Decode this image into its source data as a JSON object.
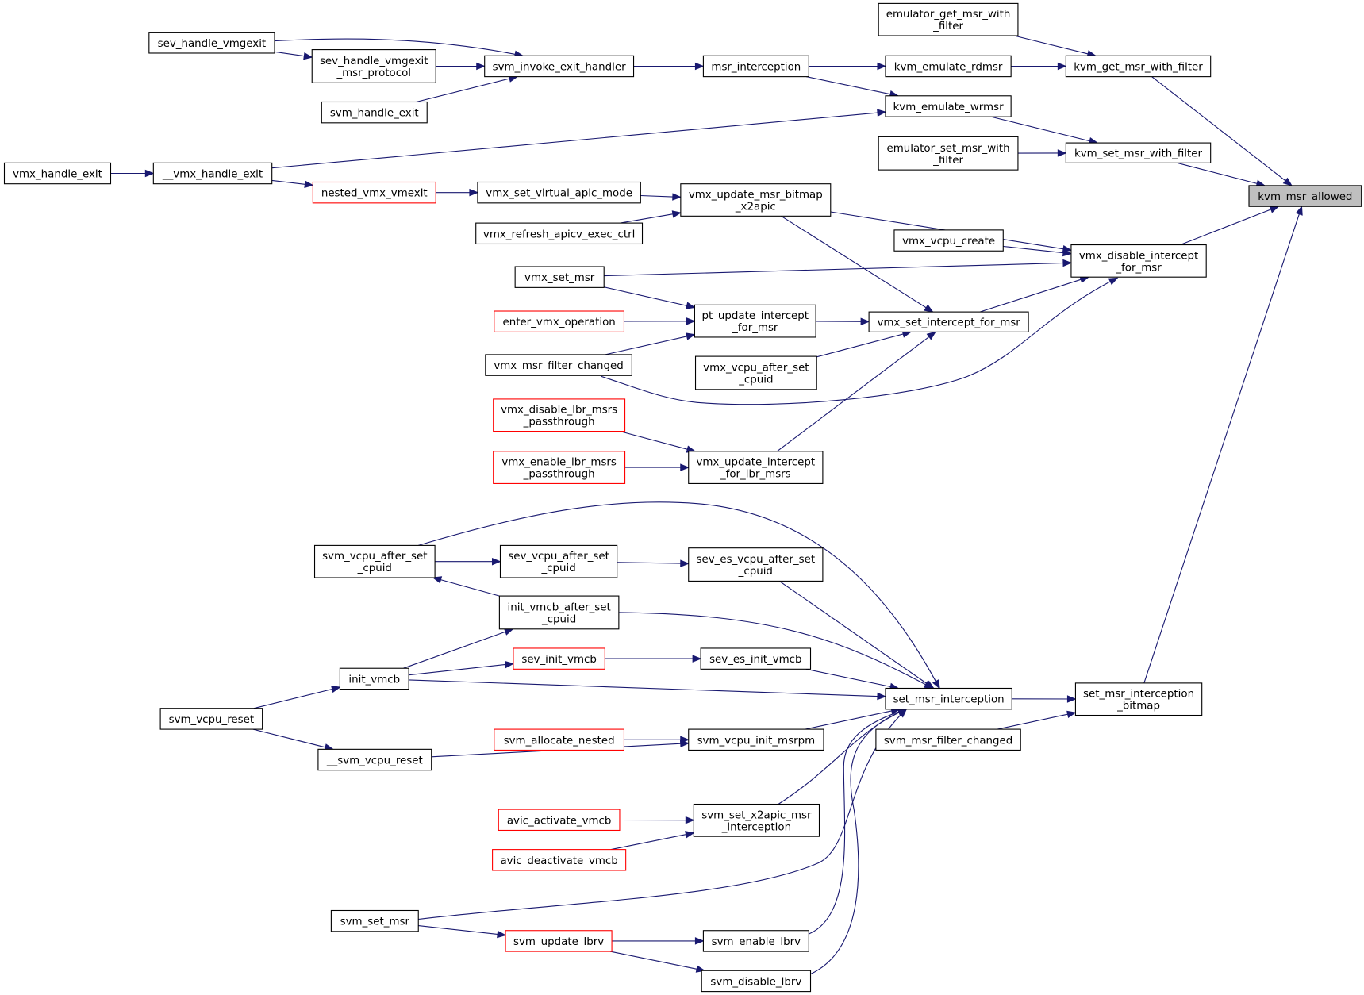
{
  "graph": {
    "colors": {
      "edge": "#191970",
      "node_border": "#000000",
      "truncated_border": "#ff0000",
      "highlight_fill": "#bfbfbf",
      "background": "#ffffff"
    },
    "nodes": [
      {
        "id": "kvm_msr_allowed",
        "lines": [
          "kvm_msr_allowed"
        ],
        "highlight": true
      },
      {
        "id": "kvm_get_msr_with_filter",
        "lines": [
          "kvm_get_msr_with_filter"
        ]
      },
      {
        "id": "kvm_set_msr_with_filter",
        "lines": [
          "kvm_set_msr_with_filter"
        ]
      },
      {
        "id": "vmx_disable_intercept_for_msr",
        "lines": [
          "vmx_disable_intercept",
          "_for_msr"
        ]
      },
      {
        "id": "set_msr_interception_bitmap",
        "lines": [
          "set_msr_interception",
          "_bitmap"
        ]
      },
      {
        "id": "emulator_get_msr_with_filter",
        "lines": [
          "emulator_get_msr_with",
          "_filter"
        ]
      },
      {
        "id": "kvm_emulate_rdmsr",
        "lines": [
          "kvm_emulate_rdmsr"
        ]
      },
      {
        "id": "kvm_emulate_wrmsr",
        "lines": [
          "kvm_emulate_wrmsr"
        ]
      },
      {
        "id": "emulator_set_msr_with_filter",
        "lines": [
          "emulator_set_msr_with",
          "_filter"
        ]
      },
      {
        "id": "msr_interception",
        "lines": [
          "msr_interception"
        ]
      },
      {
        "id": "svm_invoke_exit_handler",
        "lines": [
          "svm_invoke_exit_handler"
        ]
      },
      {
        "id": "sev_handle_vmgexit",
        "lines": [
          "sev_handle_vmgexit"
        ]
      },
      {
        "id": "sev_handle_vmgexit_msr_protocol",
        "lines": [
          "sev_handle_vmgexit",
          "_msr_protocol"
        ]
      },
      {
        "id": "svm_handle_exit",
        "lines": [
          "svm_handle_exit"
        ]
      },
      {
        "id": "__vmx_handle_exit",
        "lines": [
          "__vmx_handle_exit"
        ]
      },
      {
        "id": "vmx_handle_exit",
        "lines": [
          "vmx_handle_exit"
        ]
      },
      {
        "id": "nested_vmx_vmexit",
        "lines": [
          "nested_vmx_vmexit"
        ],
        "truncated": true
      },
      {
        "id": "vmx_set_virtual_apic_mode",
        "lines": [
          "vmx_set_virtual_apic_mode"
        ]
      },
      {
        "id": "vmx_update_msr_bitmap_x2apic",
        "lines": [
          "vmx_update_msr_bitmap",
          "_x2apic"
        ]
      },
      {
        "id": "vmx_refresh_apicv_exec_ctrl",
        "lines": [
          "vmx_refresh_apicv_exec_ctrl"
        ]
      },
      {
        "id": "vmx_vcpu_create",
        "lines": [
          "vmx_vcpu_create"
        ]
      },
      {
        "id": "vmx_set_msr",
        "lines": [
          "vmx_set_msr"
        ]
      },
      {
        "id": "pt_update_intercept_for_msr",
        "lines": [
          "pt_update_intercept",
          "_for_msr"
        ]
      },
      {
        "id": "enter_vmx_operation",
        "lines": [
          "enter_vmx_operation"
        ],
        "truncated": true
      },
      {
        "id": "vmx_set_intercept_for_msr",
        "lines": [
          "vmx_set_intercept_for_msr"
        ]
      },
      {
        "id": "vmx_msr_filter_changed",
        "lines": [
          "vmx_msr_filter_changed"
        ]
      },
      {
        "id": "vmx_vcpu_after_set_cpuid",
        "lines": [
          "vmx_vcpu_after_set",
          "_cpuid"
        ]
      },
      {
        "id": "vmx_disable_lbr_msrs_passthrough",
        "lines": [
          "vmx_disable_lbr_msrs",
          "_passthrough"
        ],
        "truncated": true
      },
      {
        "id": "vmx_update_intercept_for_lbr_msrs",
        "lines": [
          "vmx_update_intercept",
          "_for_lbr_msrs"
        ]
      },
      {
        "id": "vmx_enable_lbr_msrs_passthrough",
        "lines": [
          "vmx_enable_lbr_msrs",
          "_passthrough"
        ],
        "truncated": true
      },
      {
        "id": "svm_vcpu_after_set_cpuid",
        "lines": [
          "svm_vcpu_after_set",
          "_cpuid"
        ]
      },
      {
        "id": "sev_vcpu_after_set_cpuid",
        "lines": [
          "sev_vcpu_after_set",
          "_cpuid"
        ]
      },
      {
        "id": "sev_es_vcpu_after_set_cpuid",
        "lines": [
          "sev_es_vcpu_after_set",
          "_cpuid"
        ]
      },
      {
        "id": "init_vmcb_after_set_cpuid",
        "lines": [
          "init_vmcb_after_set",
          "_cpuid"
        ]
      },
      {
        "id": "sev_init_vmcb",
        "lines": [
          "sev_init_vmcb"
        ],
        "truncated": true
      },
      {
        "id": "sev_es_init_vmcb",
        "lines": [
          "sev_es_init_vmcb"
        ]
      },
      {
        "id": "init_vmcb",
        "lines": [
          "init_vmcb"
        ]
      },
      {
        "id": "set_msr_interception",
        "lines": [
          "set_msr_interception"
        ]
      },
      {
        "id": "svm_vcpu_reset",
        "lines": [
          "svm_vcpu_reset"
        ]
      },
      {
        "id": "svm_msr_filter_changed",
        "lines": [
          "svm_msr_filter_changed"
        ]
      },
      {
        "id": "svm_allocate_nested",
        "lines": [
          "svm_allocate_nested"
        ],
        "truncated": true
      },
      {
        "id": "svm_vcpu_init_msrpm",
        "lines": [
          "svm_vcpu_init_msrpm"
        ]
      },
      {
        "id": "__svm_vcpu_reset",
        "lines": [
          "__svm_vcpu_reset"
        ]
      },
      {
        "id": "avic_activate_vmcb",
        "lines": [
          "avic_activate_vmcb"
        ],
        "truncated": true
      },
      {
        "id": "svm_set_x2apic_msr_interception",
        "lines": [
          "svm_set_x2apic_msr",
          "_interception"
        ]
      },
      {
        "id": "avic_deactivate_vmcb",
        "lines": [
          "avic_deactivate_vmcb"
        ],
        "truncated": true
      },
      {
        "id": "svm_set_msr",
        "lines": [
          "svm_set_msr"
        ]
      },
      {
        "id": "svm_update_lbrv",
        "lines": [
          "svm_update_lbrv"
        ],
        "truncated": true
      },
      {
        "id": "svm_enable_lbrv",
        "lines": [
          "svm_enable_lbrv"
        ]
      },
      {
        "id": "svm_disable_lbrv",
        "lines": [
          "svm_disable_lbrv"
        ]
      }
    ],
    "edges": [
      {
        "from": "kvm_get_msr_with_filter",
        "to": "kvm_msr_allowed"
      },
      {
        "from": "kvm_set_msr_with_filter",
        "to": "kvm_msr_allowed"
      },
      {
        "from": "vmx_disable_intercept_for_msr",
        "to": "kvm_msr_allowed"
      },
      {
        "from": "set_msr_interception_bitmap",
        "to": "kvm_msr_allowed"
      },
      {
        "from": "emulator_get_msr_with_filter",
        "to": "kvm_get_msr_with_filter"
      },
      {
        "from": "kvm_emulate_rdmsr",
        "to": "kvm_get_msr_with_filter"
      },
      {
        "from": "msr_interception",
        "to": "kvm_emulate_rdmsr"
      },
      {
        "from": "svm_invoke_exit_handler",
        "to": "msr_interception"
      },
      {
        "from": "sev_handle_vmgexit",
        "to": "svm_invoke_exit_handler"
      },
      {
        "from": "sev_handle_vmgexit_msr_protocol",
        "to": "svm_invoke_exit_handler"
      },
      {
        "from": "svm_handle_exit",
        "to": "svm_invoke_exit_handler"
      },
      {
        "from": "sev_handle_vmgexit",
        "to": "sev_handle_vmgexit_msr_protocol"
      },
      {
        "from": "msr_interception",
        "to": "kvm_emulate_wrmsr"
      },
      {
        "from": "__vmx_handle_exit",
        "to": "kvm_emulate_wrmsr"
      },
      {
        "from": "kvm_emulate_wrmsr",
        "to": "kvm_set_msr_with_filter"
      },
      {
        "from": "emulator_set_msr_with_filter",
        "to": "kvm_set_msr_with_filter"
      },
      {
        "from": "vmx_handle_exit",
        "to": "__vmx_handle_exit"
      },
      {
        "from": "__vmx_handle_exit",
        "to": "nested_vmx_vmexit"
      },
      {
        "from": "nested_vmx_vmexit",
        "to": "vmx_set_virtual_apic_mode"
      },
      {
        "from": "vmx_set_virtual_apic_mode",
        "to": "vmx_update_msr_bitmap_x2apic"
      },
      {
        "from": "vmx_refresh_apicv_exec_ctrl",
        "to": "vmx_update_msr_bitmap_x2apic"
      },
      {
        "from": "vmx_update_msr_bitmap_x2apic",
        "to": "vmx_disable_intercept_for_msr"
      },
      {
        "from": "vmx_vcpu_create",
        "to": "vmx_disable_intercept_for_msr"
      },
      {
        "from": "vmx_set_msr",
        "to": "vmx_disable_intercept_for_msr"
      },
      {
        "from": "vmx_set_intercept_for_msr",
        "to": "vmx_disable_intercept_for_msr"
      },
      {
        "from": "vmx_msr_filter_changed",
        "to": "vmx_disable_intercept_for_msr"
      },
      {
        "from": "vmx_update_msr_bitmap_x2apic",
        "to": "vmx_set_intercept_for_msr"
      },
      {
        "from": "pt_update_intercept_for_msr",
        "to": "vmx_set_intercept_for_msr"
      },
      {
        "from": "vmx_vcpu_after_set_cpuid",
        "to": "vmx_set_intercept_for_msr"
      },
      {
        "from": "vmx_update_intercept_for_lbr_msrs",
        "to": "vmx_set_intercept_for_msr"
      },
      {
        "from": "vmx_set_msr",
        "to": "pt_update_intercept_for_msr"
      },
      {
        "from": "enter_vmx_operation",
        "to": "pt_update_intercept_for_msr"
      },
      {
        "from": "vmx_msr_filter_changed",
        "to": "pt_update_intercept_for_msr"
      },
      {
        "from": "vmx_disable_lbr_msrs_passthrough",
        "to": "vmx_update_intercept_for_lbr_msrs"
      },
      {
        "from": "vmx_enable_lbr_msrs_passthrough",
        "to": "vmx_update_intercept_for_lbr_msrs"
      },
      {
        "from": "set_msr_interception",
        "to": "set_msr_interception_bitmap"
      },
      {
        "from": "svm_msr_filter_changed",
        "to": "set_msr_interception_bitmap"
      },
      {
        "from": "svm_vcpu_after_set_cpuid",
        "to": "set_msr_interception"
      },
      {
        "from": "sev_es_vcpu_after_set_cpuid",
        "to": "set_msr_interception"
      },
      {
        "from": "init_vmcb_after_set_cpuid",
        "to": "set_msr_interception"
      },
      {
        "from": "sev_es_init_vmcb",
        "to": "set_msr_interception"
      },
      {
        "from": "init_vmcb",
        "to": "set_msr_interception"
      },
      {
        "from": "svm_vcpu_init_msrpm",
        "to": "set_msr_interception"
      },
      {
        "from": "svm_set_x2apic_msr_interception",
        "to": "set_msr_interception"
      },
      {
        "from": "svm_set_msr",
        "to": "set_msr_interception"
      },
      {
        "from": "svm_enable_lbrv",
        "to": "set_msr_interception"
      },
      {
        "from": "svm_disable_lbrv",
        "to": "set_msr_interception"
      },
      {
        "from": "svm_vcpu_after_set_cpuid",
        "to": "sev_vcpu_after_set_cpuid"
      },
      {
        "from": "sev_vcpu_after_set_cpuid",
        "to": "sev_es_vcpu_after_set_cpuid"
      },
      {
        "from": "init_vmcb_after_set_cpuid",
        "to": "svm_vcpu_after_set_cpuid"
      },
      {
        "from": "init_vmcb",
        "to": "init_vmcb_after_set_cpuid"
      },
      {
        "from": "init_vmcb",
        "to": "sev_init_vmcb"
      },
      {
        "from": "sev_init_vmcb",
        "to": "sev_es_init_vmcb"
      },
      {
        "from": "svm_vcpu_reset",
        "to": "init_vmcb"
      },
      {
        "from": "svm_vcpu_reset",
        "to": "__svm_vcpu_reset"
      },
      {
        "from": "svm_allocate_nested",
        "to": "svm_vcpu_init_msrpm"
      },
      {
        "from": "__svm_vcpu_reset",
        "to": "svm_vcpu_init_msrpm"
      },
      {
        "from": "avic_activate_vmcb",
        "to": "svm_set_x2apic_msr_interception"
      },
      {
        "from": "avic_deactivate_vmcb",
        "to": "svm_set_x2apic_msr_interception"
      },
      {
        "from": "svm_set_msr",
        "to": "svm_update_lbrv"
      },
      {
        "from": "svm_update_lbrv",
        "to": "svm_enable_lbrv"
      },
      {
        "from": "svm_update_lbrv",
        "to": "svm_disable_lbrv"
      }
    ]
  }
}
